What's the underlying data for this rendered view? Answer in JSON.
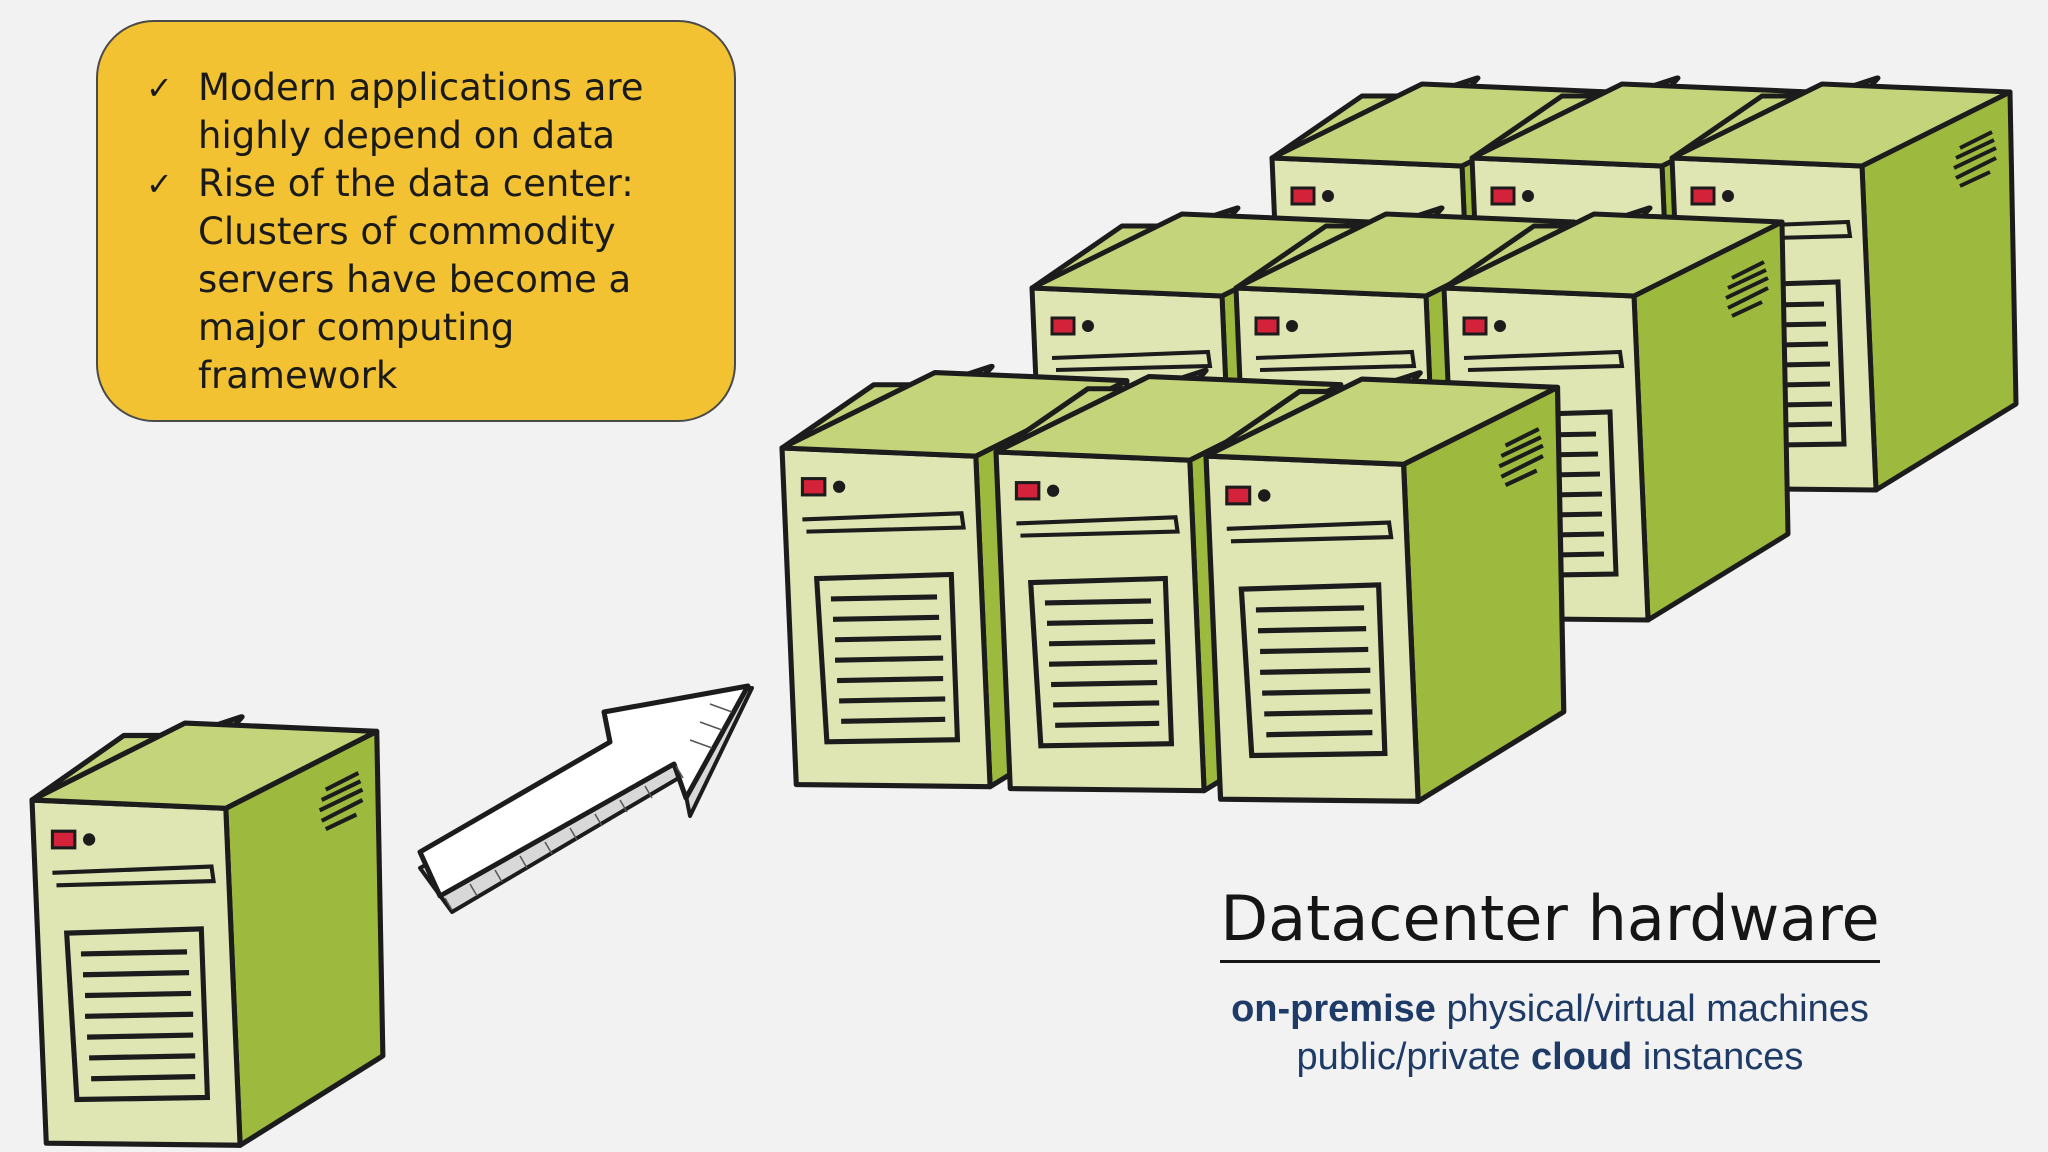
{
  "callout": {
    "check_glyph": "✓",
    "bullets": [
      "Modern applications are highly depend on data",
      "Rise of the data center: Clusters of commodity servers have become a major computing framework"
    ]
  },
  "caption": {
    "title": "Datacenter hardware",
    "line1_bold": "on-premise",
    "line1_rest": " physical/virtual machines",
    "line2_start": "public/private ",
    "line2_bold": "cloud",
    "line2_end": " instances"
  },
  "colors": {
    "background": "#f2f2f2",
    "callout_fill": "#f2c232",
    "server_front": "#dfe6b4",
    "server_side": "#9dba3e",
    "server_top": "#c4d47b",
    "led": "#d3223a",
    "caption_text": "#1d3b66"
  },
  "icons": {
    "server": "server-tower-icon",
    "arrow": "arrow-up-right-icon"
  },
  "diagram": {
    "single_server_count": 1,
    "cluster_rows": 3,
    "cluster_cols": 3
  }
}
